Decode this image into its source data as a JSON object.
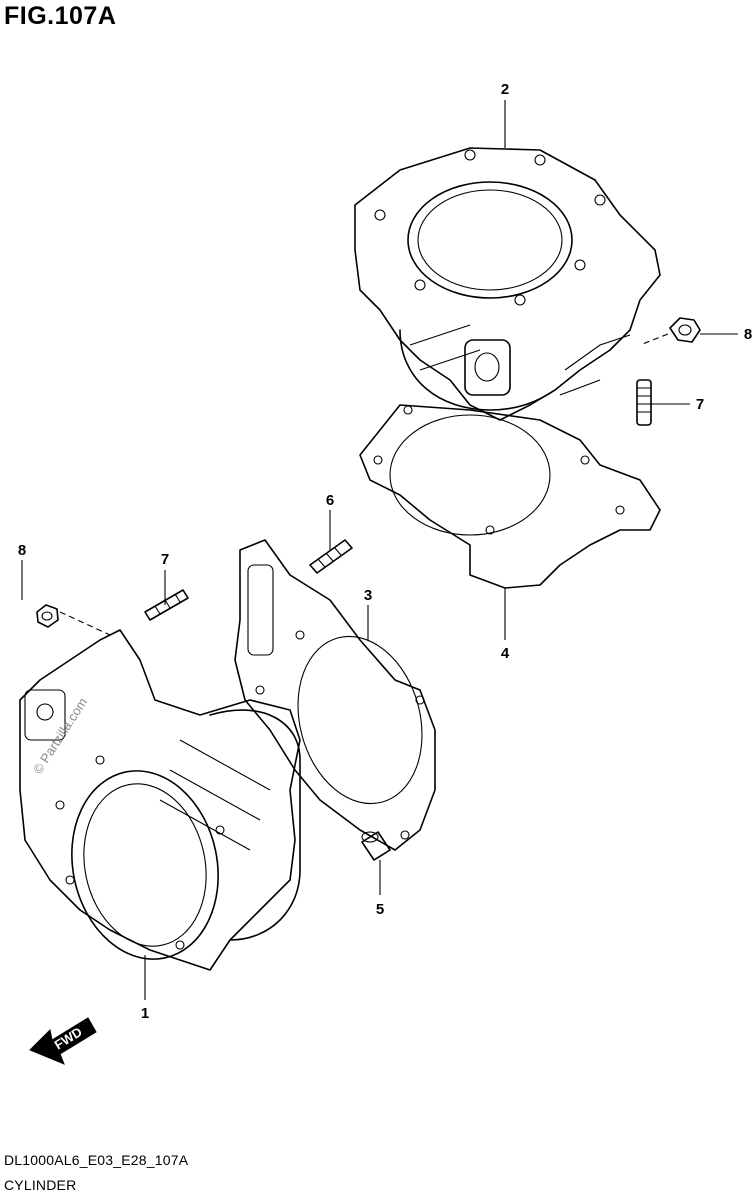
{
  "figure": {
    "title": "FIG.107A"
  },
  "callouts": [
    {
      "label": "1"
    },
    {
      "label": "2"
    },
    {
      "label": "3"
    },
    {
      "label": "4"
    },
    {
      "label": "5"
    },
    {
      "label": "6"
    },
    {
      "label": "7"
    },
    {
      "label": "7"
    },
    {
      "label": "8"
    },
    {
      "label": "8"
    }
  ],
  "watermark": "© Partzilla.com",
  "fwd_badge": "FWD",
  "footer": {
    "model_code": "DL1000AL6_E03_E28_107A",
    "diagram_name": "CYLINDER"
  },
  "colors": {
    "line": "#000000",
    "background": "#ffffff",
    "watermark": "#8a8a8a"
  }
}
